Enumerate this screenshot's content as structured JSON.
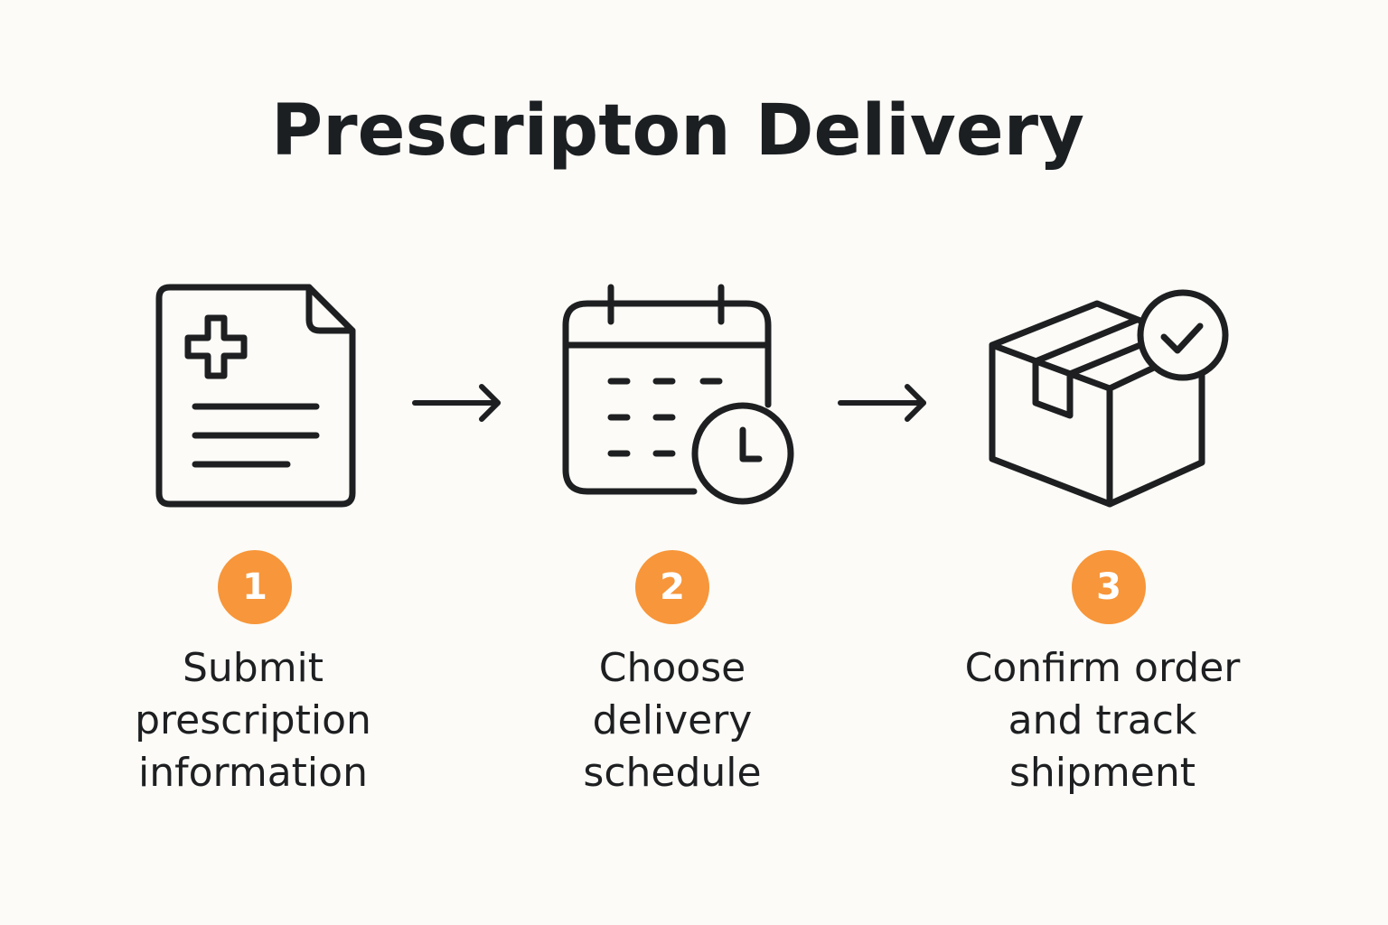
{
  "title": "Prescripton Delivery",
  "colors": {
    "accent": "#f7963a",
    "ink": "#1d1f21",
    "background": "#fcfbf7"
  },
  "steps": [
    {
      "number": "1",
      "label": "Submit\nprescription\ninformation",
      "icon": "prescription-document-icon"
    },
    {
      "number": "2",
      "label": "Choose\ndelivery\nschedule",
      "icon": "calendar-clock-icon"
    },
    {
      "number": "3",
      "label": "Confirm order\nand track\nshipment",
      "icon": "package-check-icon"
    }
  ],
  "connectors": [
    "arrow-right-icon",
    "arrow-right-icon"
  ]
}
